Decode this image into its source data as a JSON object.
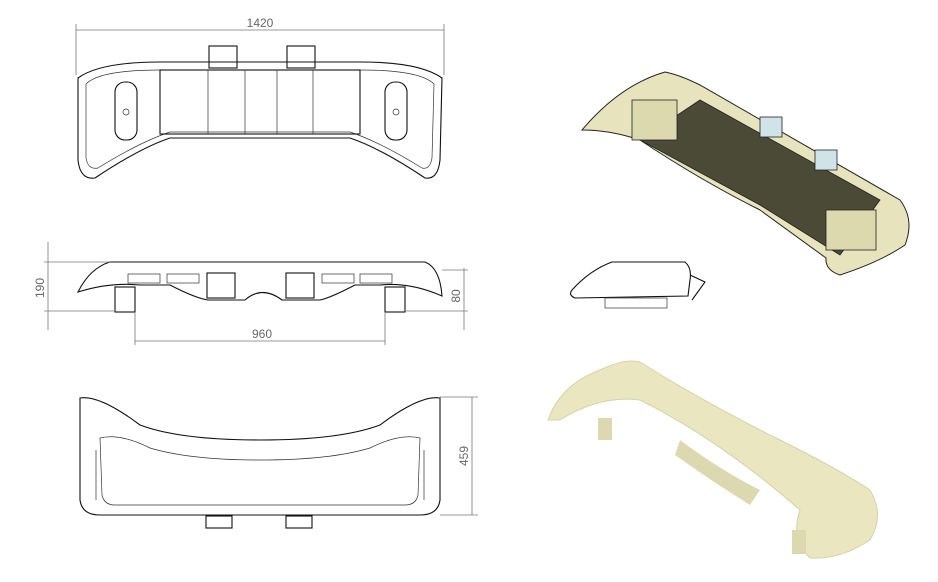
{
  "dimensions": {
    "overall_width": "1420",
    "height": "190",
    "mount_spacing": "960",
    "mount_height": "80",
    "depth": "459"
  },
  "colors": {
    "body": "#e9e6c0",
    "body_shadow": "#4a4a36",
    "line": "#111111",
    "dimension": "#777777"
  }
}
